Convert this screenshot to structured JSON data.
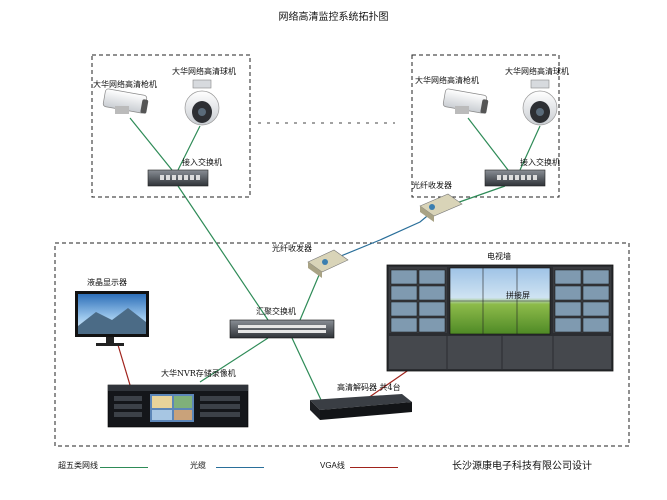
{
  "title": "网络高清监控系统拓扑图",
  "site_left": {
    "bullet_camera": "大华网络高清枪机",
    "dome_camera": "大华网络高清球机",
    "access_switch": "接入交换机"
  },
  "site_right": {
    "bullet_camera": "大华网络高清枪机",
    "dome_camera": "大华网络高清球机",
    "access_switch": "接入交换机",
    "fiber_transceiver": "光纤收发器"
  },
  "center": {
    "fiber_transceiver": "光纤收发器",
    "core_switch": "汇聚交换机",
    "monitor": "液晶显示器",
    "nvr": "大华NVR存储录像机",
    "decoder": "高清解码器 共4台",
    "video_wall": "电视墙",
    "splice_screen": "拼接屏"
  },
  "legend": {
    "cat5": "超五类网线",
    "fiber": "光缆",
    "vga": "VGA线",
    "company": "长沙源康电子科技有限公司设计"
  },
  "colors": {
    "cat5": "#2e8b57",
    "fiber": "#2a6f9a",
    "vga": "#a0231c"
  }
}
